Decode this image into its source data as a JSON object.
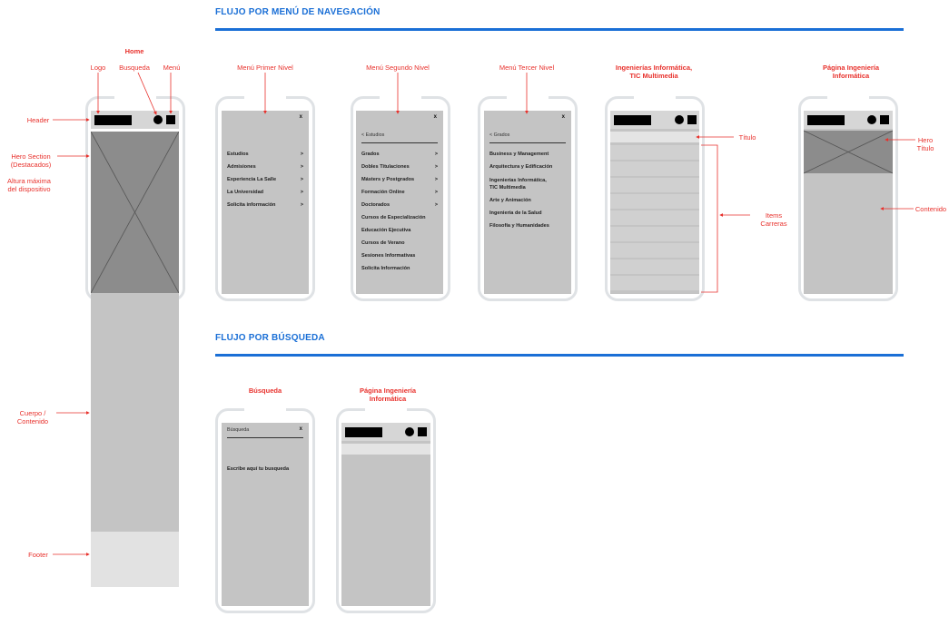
{
  "sections": {
    "nav_title": "FLUJO POR MENÚ DE NAVEGACIÓN",
    "search_title": "FLUJO POR BÚSQUEDA"
  },
  "home": {
    "title": "Home",
    "top_labels": {
      "logo": "Logo",
      "search": "Busqueda",
      "menu": "Menú"
    },
    "side_labels": {
      "header": "Header",
      "hero_line1": "Hero Section",
      "hero_line2": "(Destacados)",
      "height_line1": "Altura máxima",
      "height_line2": "del dispositivo",
      "body_line1": "Cuerpo /",
      "body_line2": "Contenido",
      "footer": "Footer"
    }
  },
  "menu1": {
    "label": "Menú Primer Nivel",
    "close": "x",
    "items": [
      {
        "text": "Estudios",
        "arrow": ">"
      },
      {
        "text": "Admisiones",
        "arrow": ">"
      },
      {
        "text": "Experiencia La Salle",
        "arrow": ">"
      },
      {
        "text": "La Universidad",
        "arrow": ">"
      },
      {
        "text": "Solicita información",
        "arrow": ">"
      }
    ]
  },
  "menu2": {
    "label": "Menú Segundo Nivel",
    "close": "x",
    "back": "< Estudios",
    "items": [
      {
        "text": "Grados",
        "arrow": ">"
      },
      {
        "text": "Dobles Titulaciones",
        "arrow": ">"
      },
      {
        "text": "Másters y Postgrados",
        "arrow": ">"
      },
      {
        "text": "Formación Online",
        "arrow": ">"
      },
      {
        "text": "Doctorados",
        "arrow": ">"
      },
      {
        "text": "Cursos de Especialización",
        "arrow": ""
      },
      {
        "text": "Educación Ejecutiva",
        "arrow": ""
      },
      {
        "text": "Cursos de Verano",
        "arrow": ""
      },
      {
        "text": "Sesiones Informativas",
        "arrow": ""
      },
      {
        "text": "Solicita Información",
        "arrow": ""
      }
    ]
  },
  "menu3": {
    "label": "Menú Tercer Nivel",
    "close": "x",
    "back": "< Grados",
    "items": [
      {
        "text": "Business y Management"
      },
      {
        "text": "Arquitectura y Edificación"
      },
      {
        "text": "Ingenierías Informática, TIC Multimedia"
      },
      {
        "text": "Arte y Animación"
      },
      {
        "text": "Ingeniería de la Salud"
      },
      {
        "text": "Filosofía y Humanidades"
      }
    ]
  },
  "listing": {
    "title_line1": "Ingenierías Informática,",
    "title_line2": "TIC  Multimedia",
    "annot_title": "Título",
    "annot_items_line1": "Items",
    "annot_items_line2": "Carreras"
  },
  "detail": {
    "title_line1": "Página Ingeniería",
    "title_line2": "Informática",
    "annot_hero_line1": "Hero",
    "annot_hero_line2": "Título",
    "annot_content": "Contenido"
  },
  "search": {
    "title": "Búsqueda",
    "field_label": "Búsqueda",
    "close": "x",
    "prompt": "Escribe aquí tu busqueda"
  },
  "search_result": {
    "title_line1": "Página Ingeniería",
    "title_line2": "Informática"
  },
  "colors": {
    "accent_blue": "#1a6fd6",
    "annotation_red": "#e8312c",
    "wireframe_gray": "#c4c4c4",
    "hero_gray": "#8c8c8c",
    "footer_gray": "#e2e2e2"
  }
}
